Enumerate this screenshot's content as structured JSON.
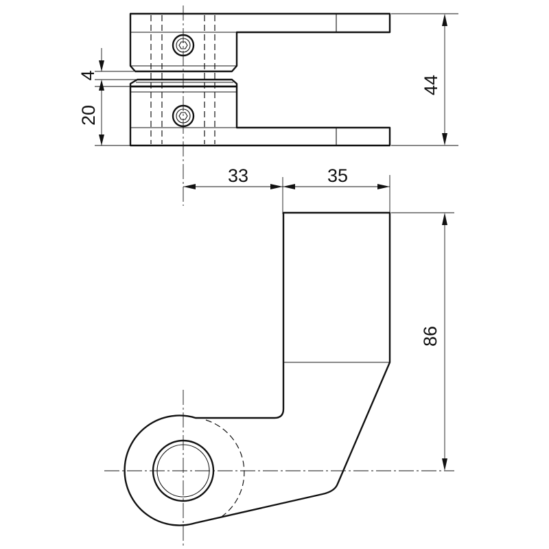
{
  "dimensions": {
    "height_total": "44",
    "offset_axis": "33",
    "arm_width": "35",
    "gap": "4",
    "lower_height": "20",
    "arm_length": "86"
  }
}
